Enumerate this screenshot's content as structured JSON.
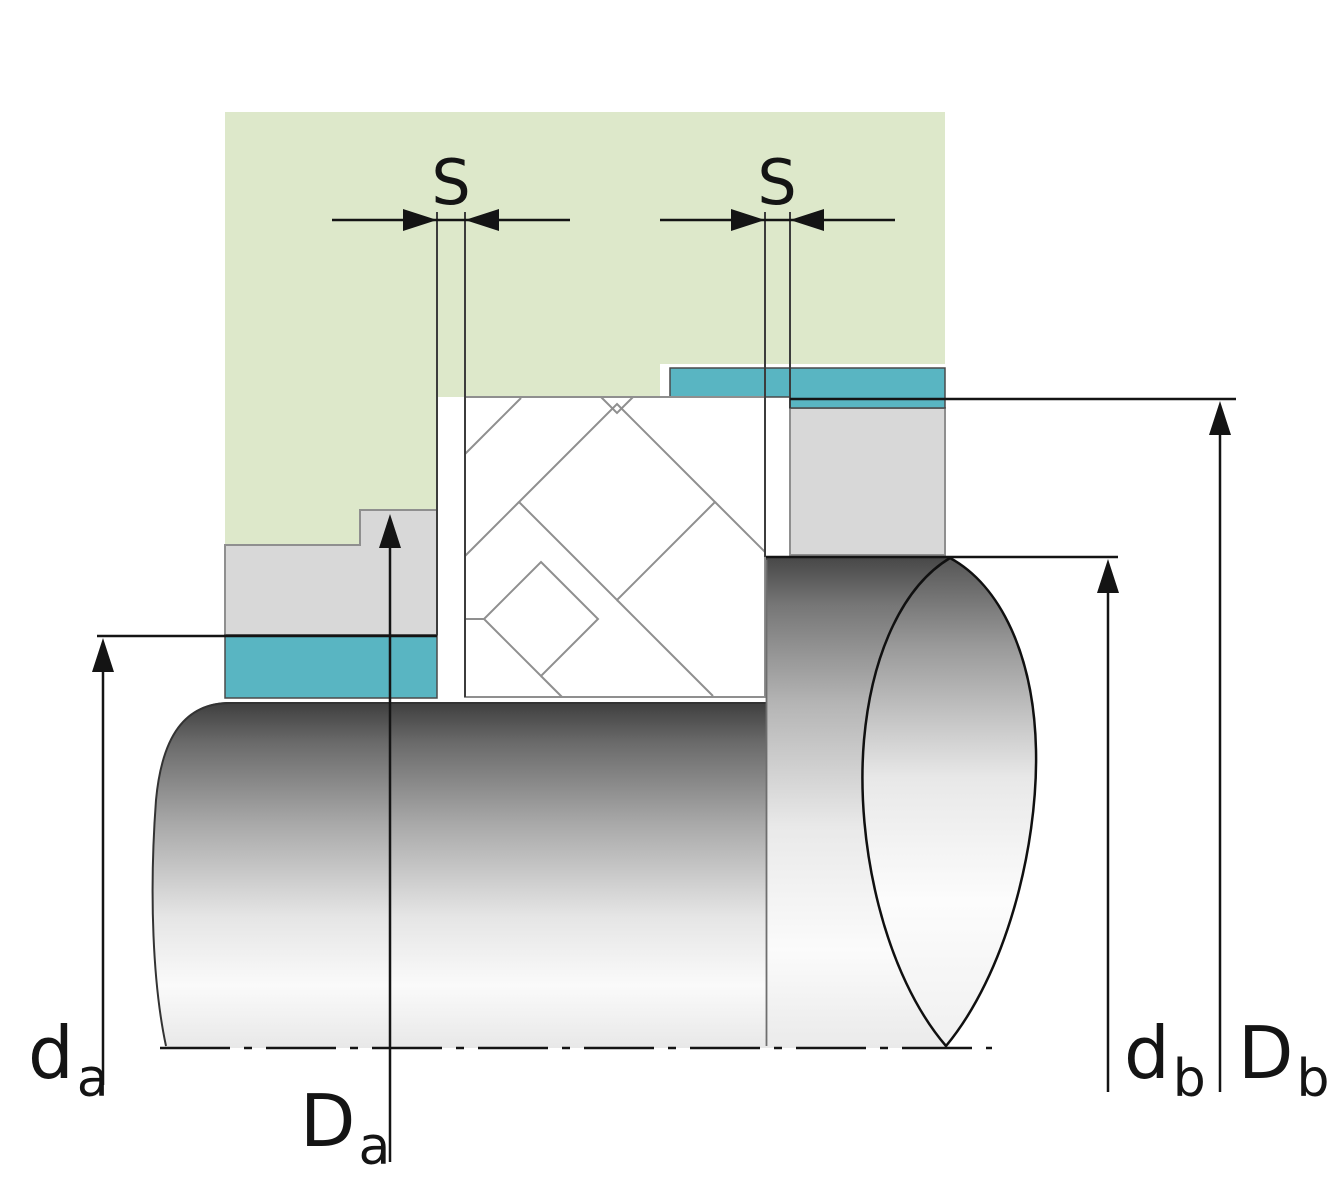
{
  "dimensions": {
    "s_left": {
      "label": "S"
    },
    "s_right": {
      "label": "S"
    },
    "d_a": {
      "symbol": "d",
      "subscript": "a"
    },
    "D_a": {
      "symbol": "D",
      "subscript": "a"
    },
    "d_b": {
      "symbol": "d",
      "subscript": "b"
    },
    "D_b": {
      "symbol": "D",
      "subscript": "b"
    }
  },
  "colors": {
    "housing": "#dde8ca",
    "abutment": "#59b5c2",
    "ring_gray": "#d8d8d8",
    "bearing_fill": "#ececec",
    "roller_fill": "#f4f4f4",
    "line": "#141414"
  }
}
